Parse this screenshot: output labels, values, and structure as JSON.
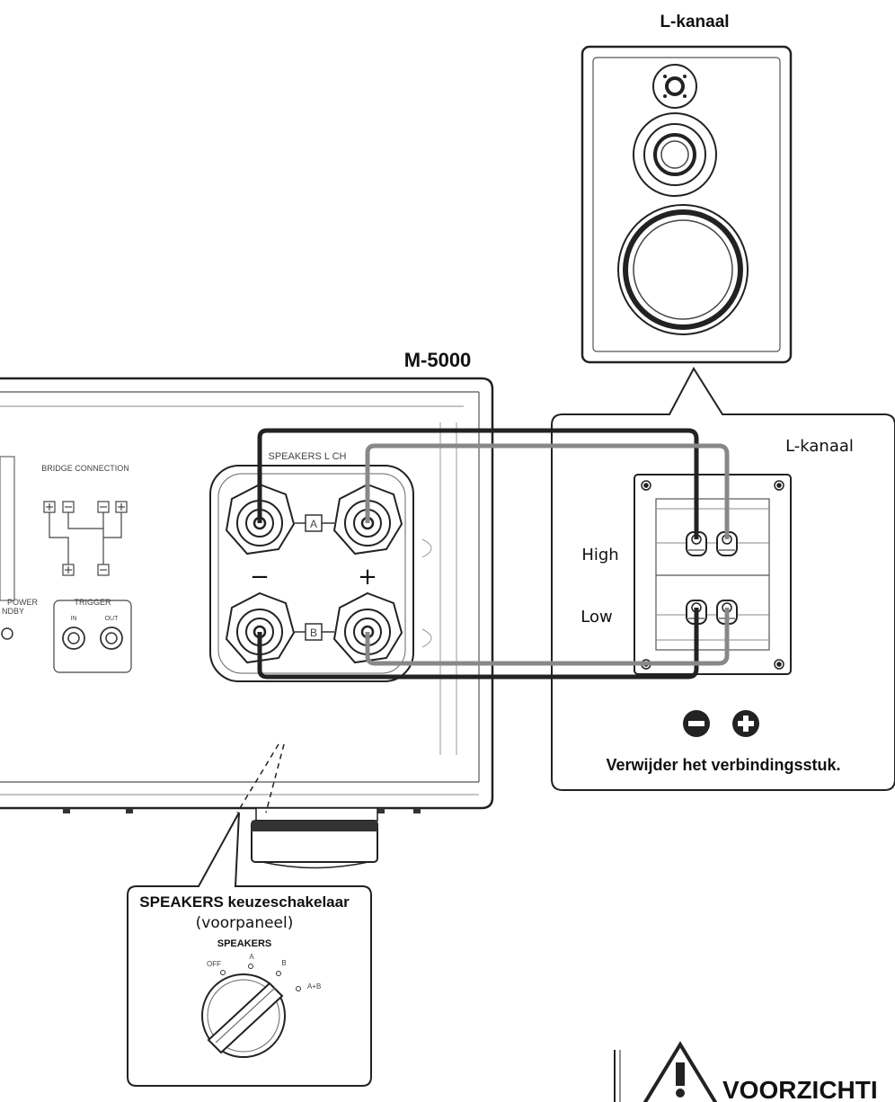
{
  "speaker": {
    "top_label": "L-kanaal"
  },
  "amplifier": {
    "model": "M-5000",
    "panel_title": "SPEAKERS L CH",
    "terminal_a": "A",
    "terminal_b": "B",
    "minus_sign": "−",
    "plus_sign": "+",
    "bridge_connection": "BRIDGE CONNECTION",
    "power_label": "POWER",
    "standby_label": "NDBY",
    "trigger_label": "TRIGGER",
    "trigger_in": "IN",
    "trigger_out": "OUT"
  },
  "callout": {
    "channel_label": "L-kanaal",
    "high_label": "High",
    "low_label": "Low",
    "instruction": "Verwijder het verbindingsstuk."
  },
  "selector": {
    "title_line1": "SPEAKERS keuzeschakelaar",
    "title_line2": "(voorpaneel)",
    "knob_label": "SPEAKERS",
    "pos_off": "OFF",
    "pos_a": "A",
    "pos_b": "B",
    "pos_ab": "A+B"
  },
  "warning": {
    "text": "VOORZICHTI"
  }
}
